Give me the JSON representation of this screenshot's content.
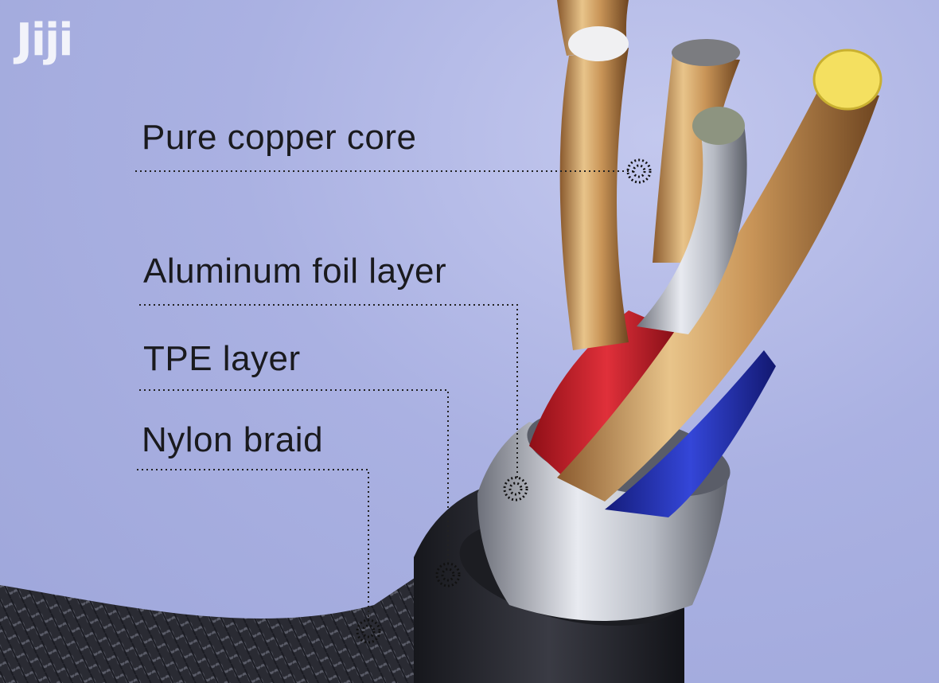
{
  "watermark": "Jiji",
  "labels": {
    "copper_core": "Pure copper core",
    "aluminum_foil": "Aluminum foil layer",
    "tpe": "TPE layer",
    "nylon_braid": "Nylon braid"
  },
  "colors": {
    "background": "#aab1e2",
    "copper": "#d8a86a",
    "red_insulation": "#c8202a",
    "blue_insulation": "#2433b8",
    "aluminum": "#c8ccd4",
    "braid": "#2a2b33"
  }
}
